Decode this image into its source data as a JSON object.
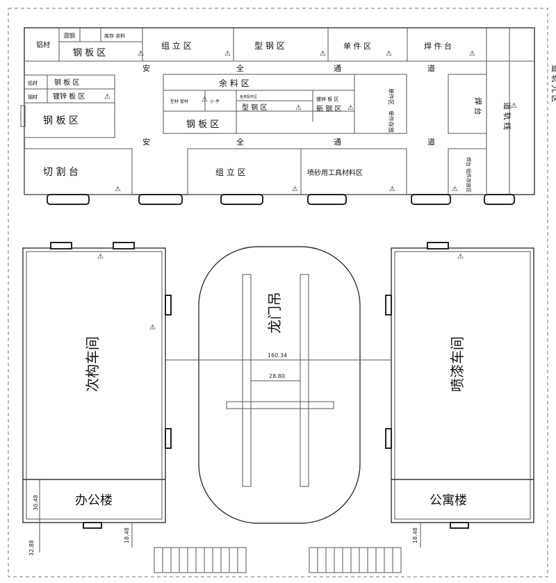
{
  "top_building": {
    "zones": {
      "tl_1": "铝材",
      "tl_2": "圆钢",
      "tl_3": "库存 余料",
      "tl_4": "钢 板 区",
      "zu_li_1": "组 立 区",
      "xing_gang_1": "型 钢 区",
      "ban_jian": "单 件 区",
      "han_jie_1": "焊 件 台",
      "dao_1": "道 轨 九 区",
      "left_a": "铝材",
      "left_b": "钢 板 区",
      "left_c": "钢材",
      "left_d": "镀锌 板 区",
      "left_main": "钢 板 区",
      "center_top": "余 料 区",
      "center_s1": "型材 管材",
      "center_s2": "小 件",
      "center_s3": "各类配件区",
      "center_s4": "型 钢 区",
      "center_s5": "镀锌 板 区",
      "center_s6": "新 钢 区",
      "center_bottom": "钢 板 区",
      "right_col": "单件区",
      "right_col2": "单件存放",
      "han_tai": "焊 台",
      "dao_2": "道 轨 线",
      "qie_ge": "切 割 台",
      "zu_li_2": "组 立 区",
      "dao_ju": "喷砂用工具材料区",
      "han_small": "焊台 组件存放区"
    },
    "aisle_top": [
      "安",
      "全",
      "通",
      "道"
    ],
    "aisle_bottom": [
      "安",
      "全",
      "通",
      "道"
    ]
  },
  "buildings": {
    "left_workshop": "次构车间",
    "gantry": "龙门吊",
    "right_workshop": "喷漆车间",
    "office": "办公楼",
    "apartment": "公寓楼"
  },
  "dimensions": {
    "span": "160.34",
    "rail": "28.80",
    "office_h": "30.48",
    "left_step": "18.48",
    "left_bottom": "32.88",
    "right_step": "18.48"
  },
  "marks": {
    "warning": "⚠"
  }
}
